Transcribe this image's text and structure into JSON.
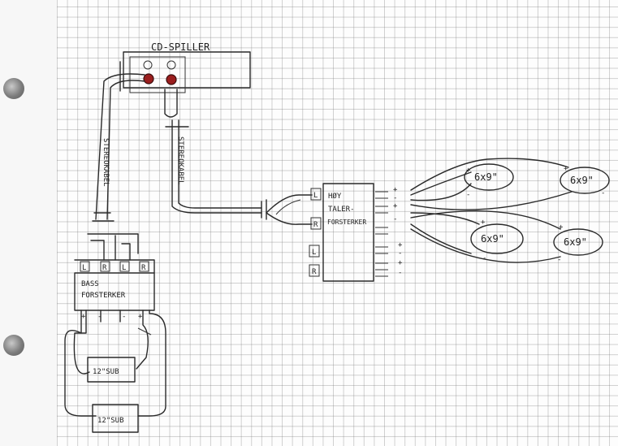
{
  "diagram": {
    "cd_player": {
      "label": "CD-SPILLER"
    },
    "cables": {
      "left_cable": "STEREOKABEL",
      "right_cable": "STEREOKABEL"
    },
    "bass_amp": {
      "label_line1": "BASS",
      "label_line2": "FORSTERKER",
      "inputs": [
        "L",
        "R",
        "L",
        "R"
      ],
      "terminals": [
        "+",
        "-",
        "-",
        "+"
      ]
    },
    "high_amp": {
      "label_line1": "HØY",
      "label_line2": "TALER-",
      "label_line3": "FORSTERKER",
      "inputs": [
        "L",
        "R",
        "L",
        "R"
      ],
      "outputs": [
        "+",
        "-",
        "+",
        "-",
        "+",
        "-",
        "+",
        "-"
      ]
    },
    "subwoofers": [
      "12\"SUB",
      "12\"SUB"
    ],
    "speakers": [
      "6x9\"",
      "6x9\"",
      "6x9\"",
      "6x9\""
    ],
    "speaker_marks": [
      "+",
      "+",
      "+",
      "+",
      "-",
      "-",
      "-",
      "-"
    ]
  }
}
